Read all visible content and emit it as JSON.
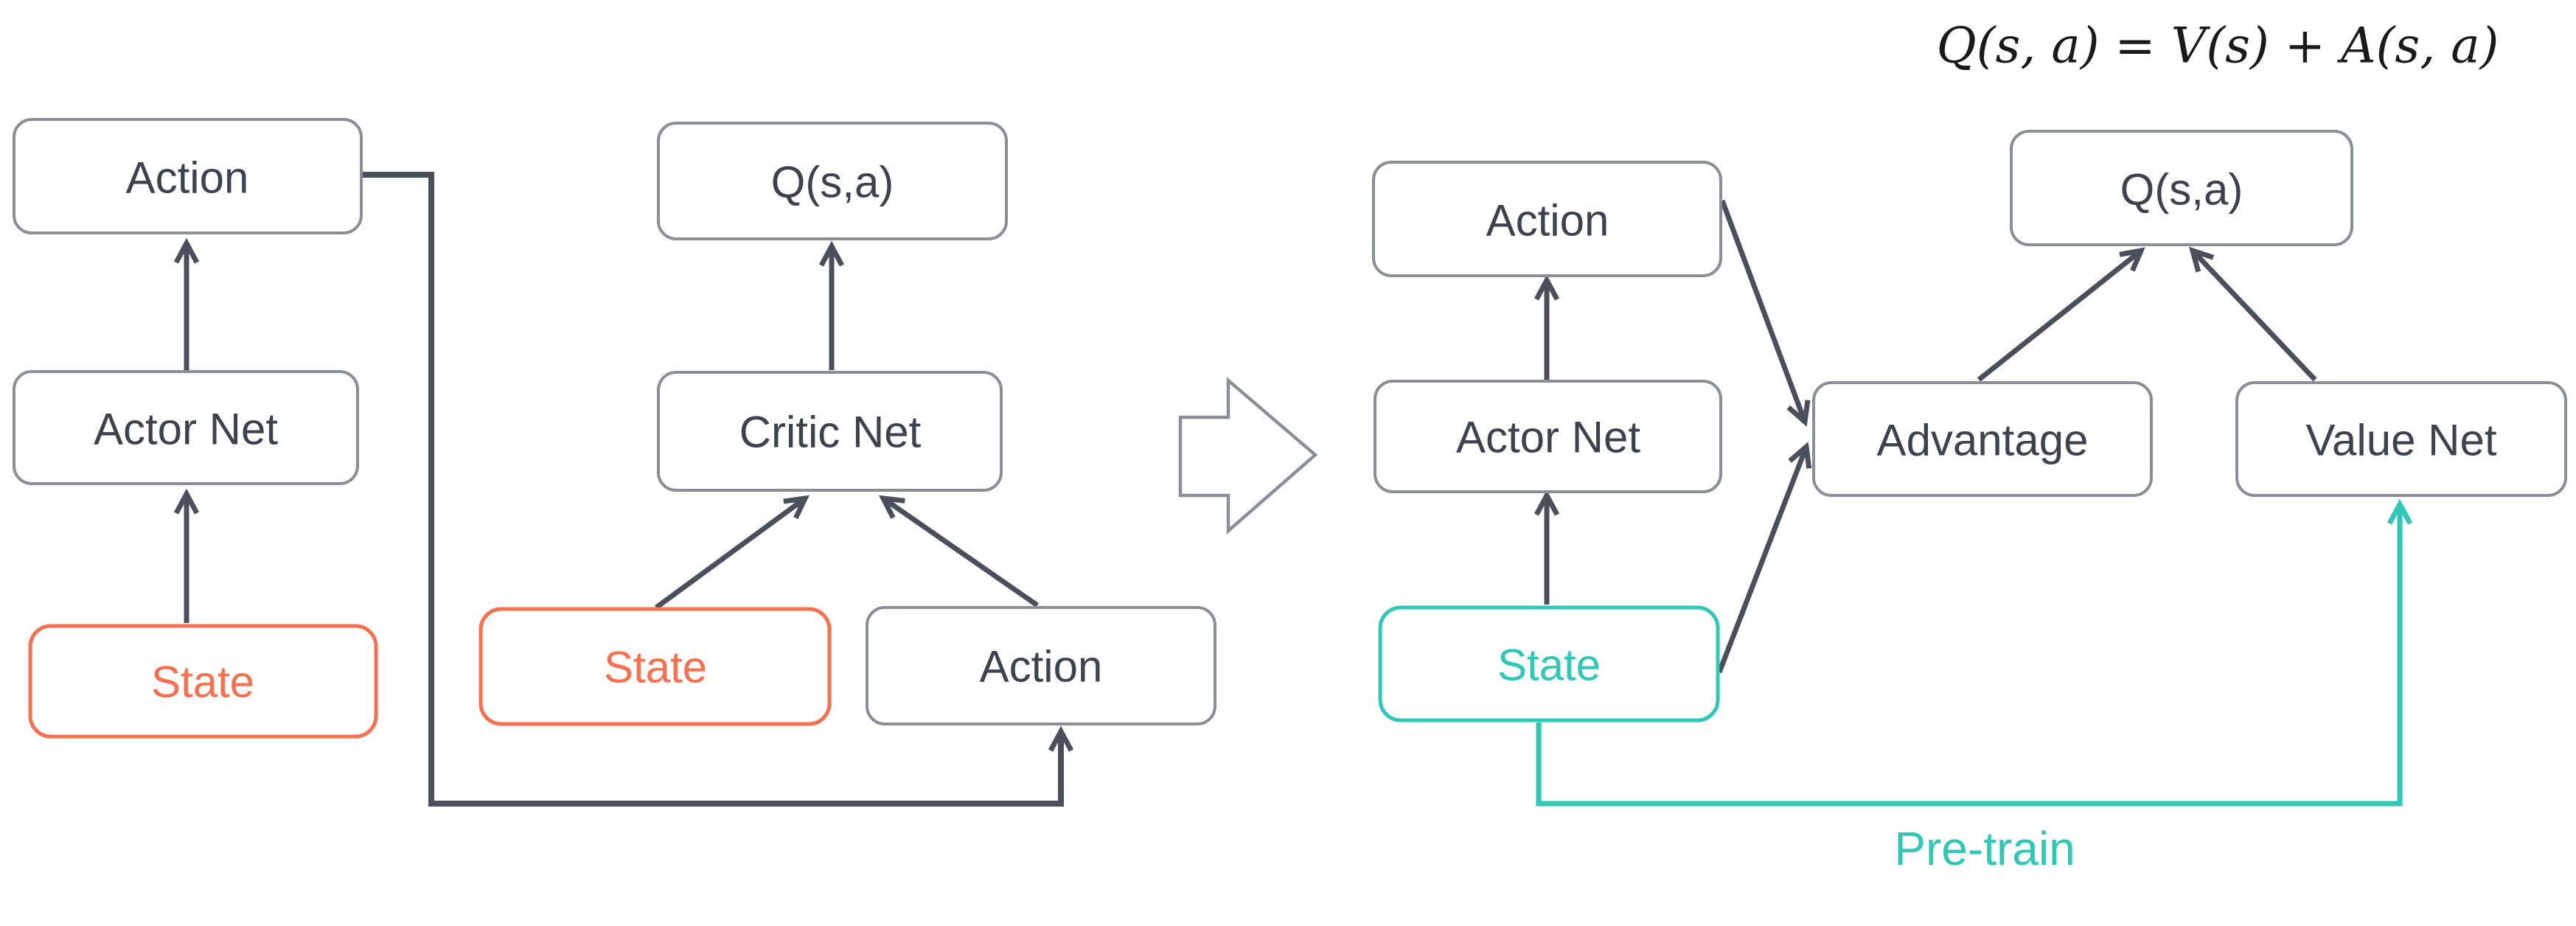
{
  "colors": {
    "box_border": "#8A8F97",
    "label_text": "#3D434D",
    "arrow_dark": "#4A505B",
    "state_orange": "#F8704D",
    "state_teal": "#2FC8B7",
    "equation_text": "#1a1a1a",
    "background": "#ffffff"
  },
  "equation": {
    "formula": "Q(s, a) = V(s) + A(s, a)"
  },
  "left_diagram": {
    "action": "Action",
    "actor_net": "Actor Net",
    "state": "State"
  },
  "middle_diagram": {
    "q_value": "Q(s,a)",
    "critic_net": "Critic Net",
    "state": "State",
    "action": "Action"
  },
  "right_diagram": {
    "action": "Action",
    "actor_net": "Actor Net",
    "state": "State",
    "advantage": "Advantage",
    "value_net": "Value Net",
    "q_value": "Q(s,a)",
    "pretrain_label": "Pre-train"
  }
}
